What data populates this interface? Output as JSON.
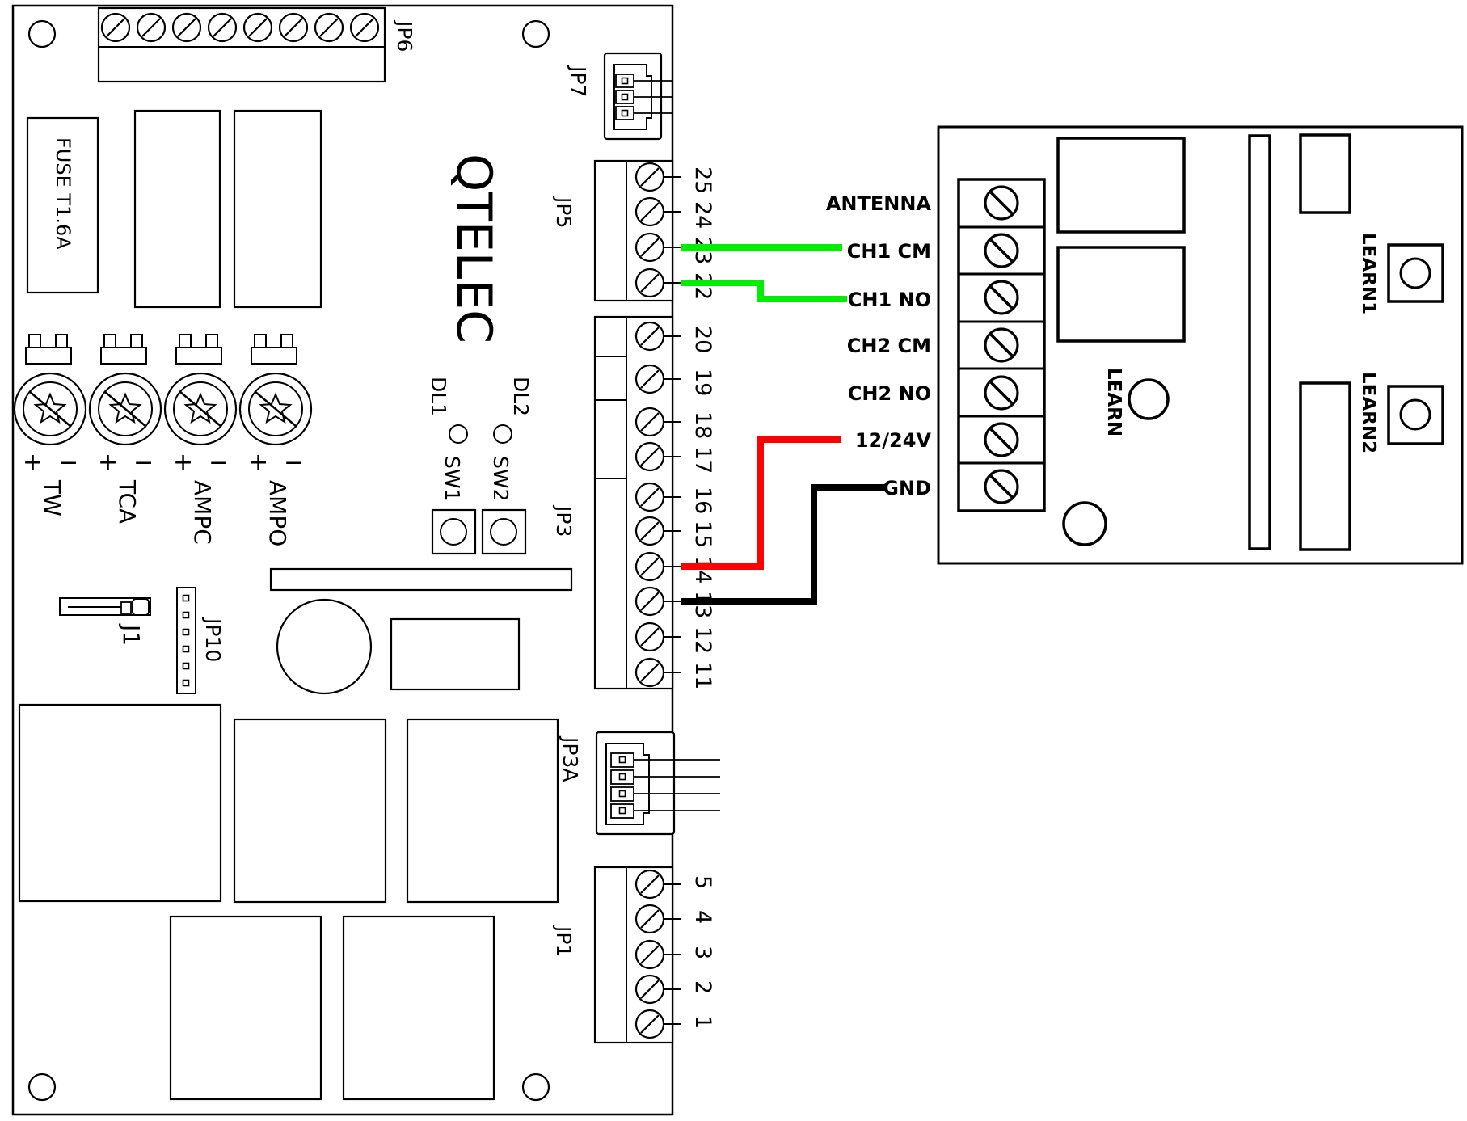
{
  "board": {
    "brand": "QTELEC",
    "fuse_label": "FUSE T1.6A",
    "connectors": {
      "jp6": "JP6",
      "jp7": "JP7",
      "jp5": "JP5",
      "jp3": "JP3",
      "jp3a": "JP3A",
      "jp1": "JP1",
      "jp10": "JP10",
      "j1": "J1"
    },
    "leds": {
      "dl1": "DL1",
      "dl2": "DL2"
    },
    "switches": {
      "sw1": "SW1",
      "sw2": "SW2"
    },
    "trimmers": [
      {
        "label": "TW"
      },
      {
        "label": "TCA"
      },
      {
        "label": "AMPC"
      },
      {
        "label": "AMPO"
      }
    ],
    "trimmer_signs": {
      "plus": "+",
      "minus": "−"
    },
    "jp5_terminals": [
      "25",
      "24",
      "23",
      "22"
    ],
    "jp3_terminals": [
      "20",
      "19",
      "18",
      "17",
      "16",
      "15",
      "14",
      "13",
      "12",
      "11"
    ],
    "jp1_terminals": [
      "5",
      "4",
      "3",
      "2",
      "1"
    ]
  },
  "receiver": {
    "terminals": [
      "ANTENNA",
      "CH1 CM",
      "CH1 NO",
      "CH2 CM",
      "CH2 NO",
      "12/24V",
      "GND"
    ],
    "learn_label": "LEARN",
    "learn1_label": "LEARN1",
    "learn2_label": "LEARN2"
  },
  "wires": [
    {
      "from": "23",
      "to": "CH1 CM",
      "color": "#00ee00"
    },
    {
      "from": "22",
      "to": "CH1 NO",
      "color": "#00ee00"
    },
    {
      "from": "14",
      "to": "12/24V",
      "color": "#ff0000"
    },
    {
      "from": "13",
      "to": "GND",
      "color": "#000000"
    }
  ]
}
